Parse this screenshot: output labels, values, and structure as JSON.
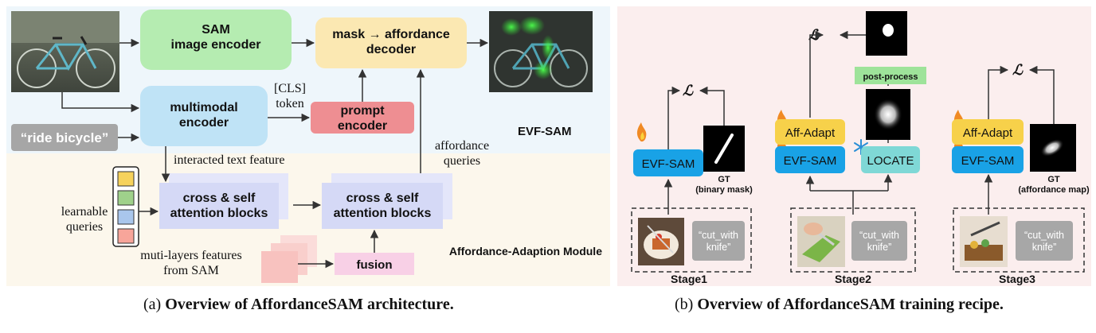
{
  "panel_a": {
    "sam_encoder": "SAM\nimage encoder",
    "decoder": "mask → affordance\ndecoder",
    "cls_token": "[CLS]\ntoken",
    "multimodal_encoder": "multimodal\nencoder",
    "prompt_encoder": "prompt\nencoder",
    "text_prompt": "“ride  bicycle”",
    "evf_sam_label": "EVF-SAM",
    "interacted_feature": "interacted text feature",
    "affordance_queries": "affordance\nqueries",
    "learnable_queries": "learnable\nqueries",
    "cross_self_1": "cross & self\nattention blocks",
    "cross_self_2": "cross & self\nattention blocks",
    "module_label": "Affordance-Adaption Module",
    "multi_layers": "muti-layers features\nfrom SAM",
    "fusion": "fusion",
    "query_colors": [
      "#f6d25c",
      "#9fd18b",
      "#a9c6ec",
      "#f7a59a"
    ],
    "colors": {
      "sam": "#b5ecb1",
      "decoder": "#fbe8b2",
      "multimodal": "#bfe3f6",
      "prompt": "#ee8e92",
      "text": "#a6a6a6",
      "attention": "#dcdff7",
      "fusion": "#f8d0e6",
      "layers": "#f8c9c7",
      "bg_top": "#eef6fb",
      "bg_bottom": "#fcf7ec"
    }
  },
  "panel_b": {
    "loss_symbol": "ℒ",
    "evf_sam": "EVF-SAM",
    "aff_adapt": "Aff-Adapt",
    "locate": "LOCATE",
    "post_process": "post-process",
    "gt_binary": "GT\n(binary mask)",
    "gt_affordance": "GT\n(affordance map)",
    "prompt_text": "“cut_with\nknife”",
    "stage1": "Stage1",
    "stage2": "Stage2",
    "stage3": "Stage3",
    "colors": {
      "bg": "#fbeeee",
      "evf": "#19a2e6",
      "aff": "#f7d14a",
      "locate": "#7fd8d6",
      "post": "#9ee39a",
      "prompt": "#a7a7a7"
    }
  },
  "captions": {
    "a_lead": "(a) ",
    "a_title": "Overview of AffordanceSAM architecture.",
    "b_lead": "(b) ",
    "b_title": "Overview of AffordanceSAM training recipe."
  }
}
